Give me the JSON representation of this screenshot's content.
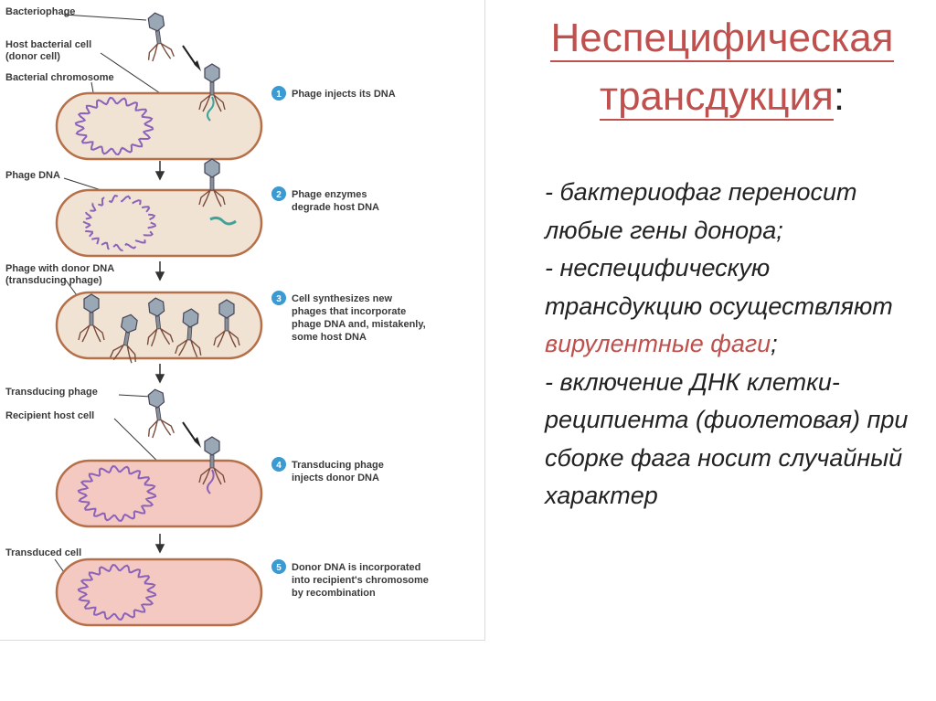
{
  "figure": {
    "labels": {
      "bacteriophage": "Bacteriophage",
      "host_cell": "Host bacterial cell",
      "donor_cell": "(donor cell)",
      "bacterial_chromosome": "Bacterial chromosome",
      "phage_dna": "Phage DNA",
      "phage_with_donor_1": "Phage with donor DNA",
      "phage_with_donor_2": "(transducing phage)",
      "transducing_phage": "Transducing phage",
      "recipient_host_cell": "Recipient host cell",
      "transduced_cell": "Transduced cell"
    },
    "steps": [
      {
        "num": "1",
        "lines": [
          "Phage injects its DNA"
        ]
      },
      {
        "num": "2",
        "lines": [
          "Phage enzymes",
          "degrade host DNA"
        ]
      },
      {
        "num": "3",
        "lines": [
          "Cell synthesizes new",
          "phages that incorporate",
          "phage DNA and, mistakenly,",
          "some host DNA"
        ]
      },
      {
        "num": "4",
        "lines": [
          "Transducing phage",
          "injects donor DNA"
        ]
      },
      {
        "num": "5",
        "lines": [
          "Donor DNA is incorporated",
          "into recipient's chromosome",
          "by recombination"
        ]
      }
    ],
    "colors": {
      "donor_cell_fill": "#f1e3d4",
      "recipient_cell_fill": "#f3c9c2",
      "cell_outline": "#b5704a",
      "step_circle": "#3a9ad1",
      "donor_dna": "#8b62b8",
      "phage_dna": "#3fa39a"
    }
  },
  "title": {
    "line1": "Неспецифическая",
    "line2": "трансдукция",
    "colon": ":"
  },
  "body": {
    "p1": "- бактериофаг переносит любые гены донора;",
    "p2_a": " - неспецифическую трансдукцию осуществляют ",
    "p2_red": "вирулентные фаги",
    "p2_b": ";",
    "p3": "- включение ДНК клетки-реципиента (фиолетовая) при сборке фага носит случайный характер"
  }
}
